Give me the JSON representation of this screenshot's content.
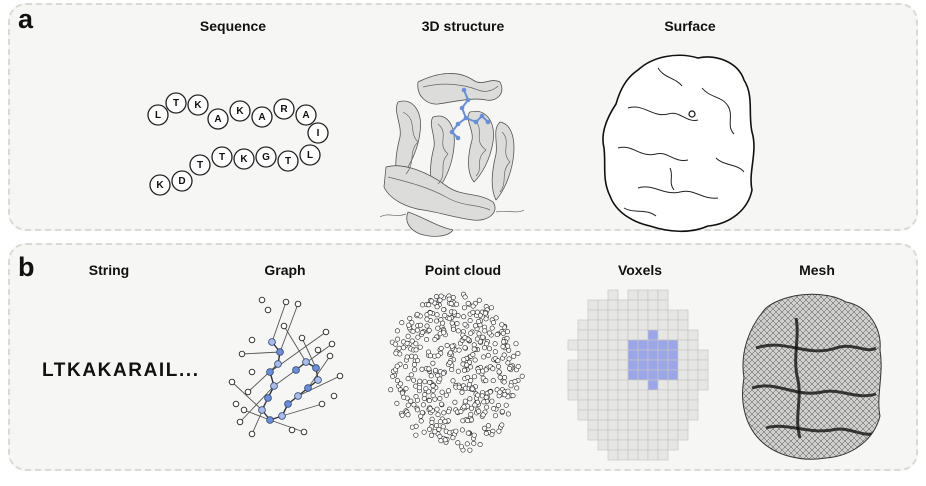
{
  "panel_a": {
    "letter": "a",
    "sequence_title": "Sequence",
    "structure_title": "3D structure",
    "surface_title": "Surface",
    "sequence_beads": [
      "L",
      "T",
      "K",
      "A",
      "K",
      "A",
      "R",
      "A",
      "I",
      "L",
      "T",
      "G",
      "K",
      "T",
      "T",
      "D",
      "K"
    ]
  },
  "panel_b": {
    "letter": "b",
    "string_title": "String",
    "graph_title": "Graph",
    "pointcloud_title": "Point cloud",
    "voxels_title": "Voxels",
    "mesh_title": "Mesh",
    "sequence_string": "LTKAKARAIL..."
  },
  "colors": {
    "panel_background": "#f6f6f4",
    "panel_border": "#d9d9d6",
    "ligand_blue": "#6b8fd6",
    "voxel_blue": "#9aa6e8",
    "ribbon_grey": "#d8d8d6"
  }
}
